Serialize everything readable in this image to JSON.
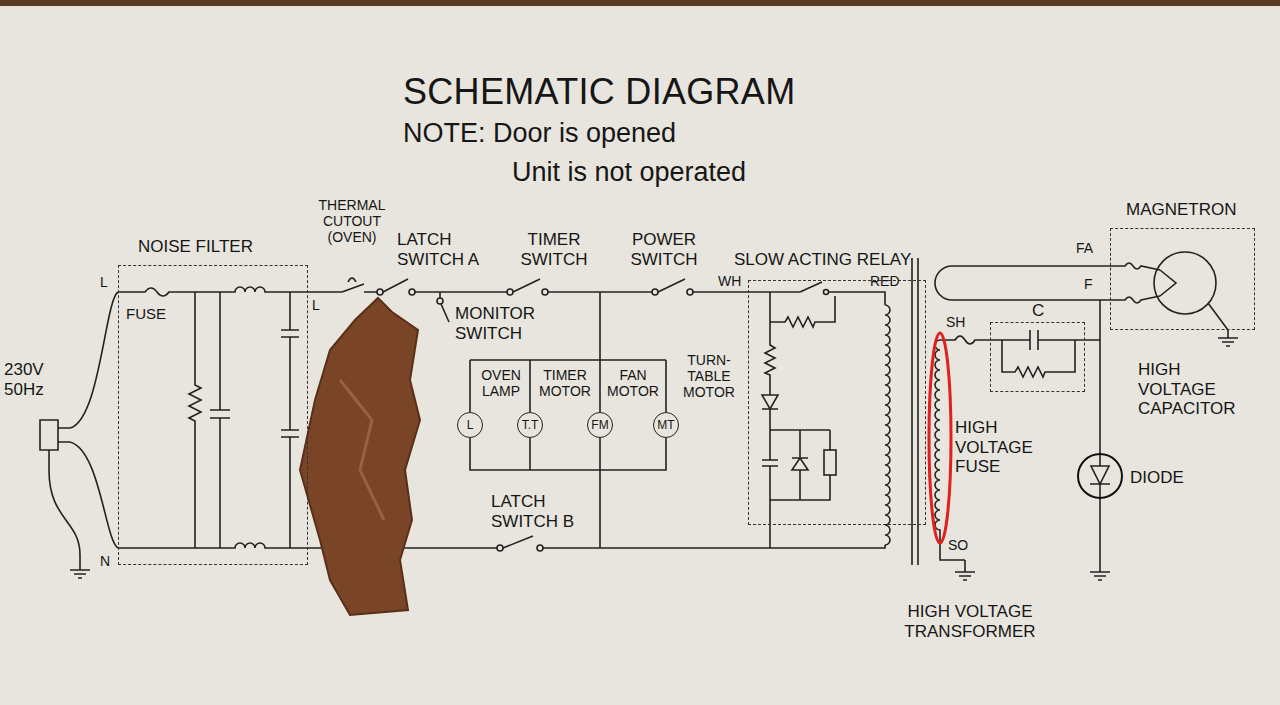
{
  "diagram": {
    "title": "SCHEMATIC DIAGRAM",
    "nodes": [
      {
        "text": [
          "NOISE FILTER"
        ]
      },
      {
        "text": [
          "L"
        ]
      },
      {
        "text": [
          "T.T"
        ]
      },
      {
        "text": [
          "FM"
        ]
      },
      {
        "text": [
          "MT"
        ]
      },
      {
        "text": [
          "SLOW ACTING RELAY"
        ]
      },
      {
        "text": [
          "MAGNETRON"
        ]
      },
      {
        "text": [
          "C"
        ]
      }
    ],
    "labels": [
      "NOTE: Door is opened",
      "Unit is not operated",
      "230V 50Hz",
      "L",
      "N",
      "FUSE",
      "L",
      "THERMAL CUTOUT (OVEN)",
      "LATCH SWITCH A",
      "TIMER SWITCH",
      "POWER SWITCH",
      "WH",
      "RED",
      "MONITOR SWITCH",
      "OVEN LAMP",
      "TIMER MOTOR",
      "FAN MOTOR",
      "TURN-TABLE MOTOR",
      "LATCH SWITCH B",
      "FA",
      "F",
      "SH",
      "HIGH VOLTAGE FUSE",
      "HIGH VOLTAGE CAPACITOR",
      "DIODE",
      "SO",
      "HIGH VOLTAGE TRANSFORMER"
    ]
  }
}
